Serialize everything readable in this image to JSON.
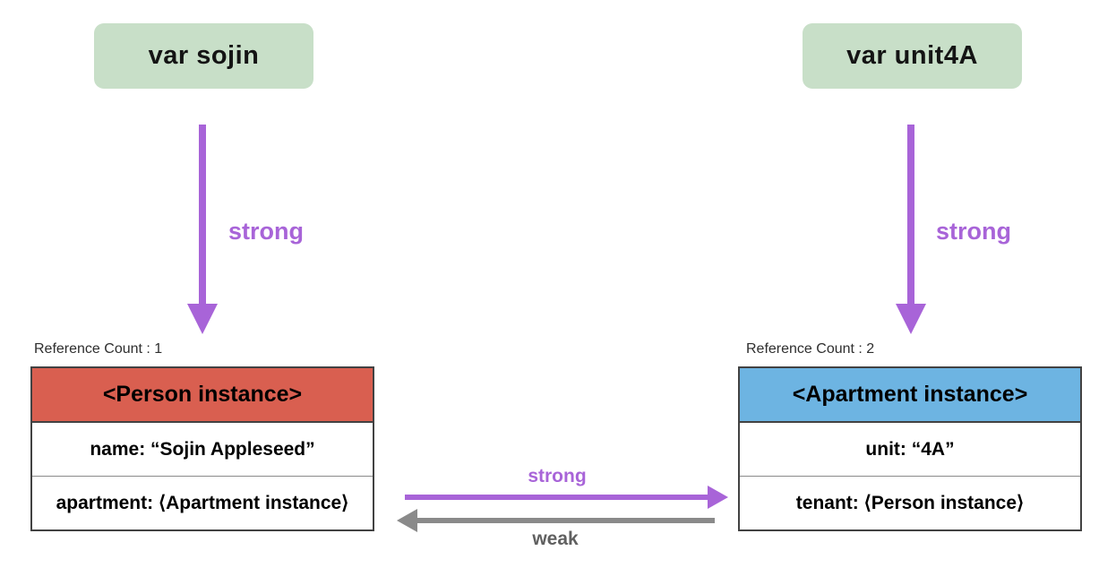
{
  "var_boxes": {
    "sojin": "var sojin",
    "unit4a": "var unit4A"
  },
  "arrows": {
    "sojin_to_person": {
      "label": "strong"
    },
    "unit4a_to_apartment": {
      "label": "strong"
    },
    "person_to_apartment": {
      "label": "strong"
    },
    "apartment_to_person": {
      "label": "weak"
    }
  },
  "person_table": {
    "ref_count": "Reference Count : 1",
    "header": "<Person instance>",
    "rows": [
      "name: “Sojin Appleseed”",
      "apartment: ⟨Apartment instance⟩"
    ]
  },
  "apartment_table": {
    "ref_count": "Reference Count : 2",
    "header": "<Apartment instance>",
    "rows": [
      "unit: “4A”",
      "tenant: ⟨Person instance⟩"
    ]
  },
  "colors": {
    "var_box_green": "#c8dfc8",
    "person_header_red": "#d95f50",
    "apartment_header_blue": "#6db4e2",
    "strong_purple": "#a864d8",
    "weak_gray": "#8a8a8a"
  }
}
